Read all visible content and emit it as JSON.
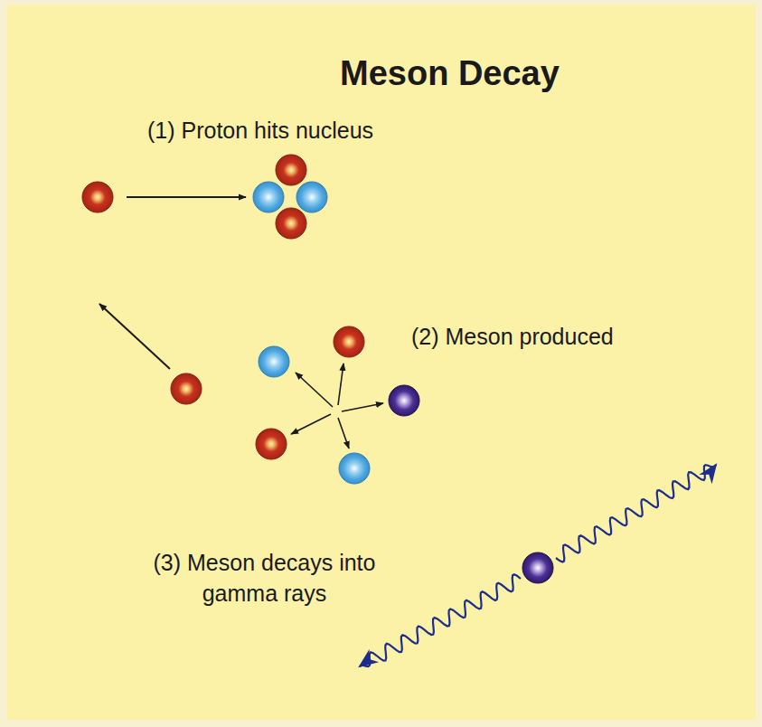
{
  "diagram": {
    "title": "Meson Decay",
    "labels": [
      "(1) Proton hits nucleus",
      "(2) Meson produced",
      "(3) Meson decays into gamma rays"
    ]
  }
}
